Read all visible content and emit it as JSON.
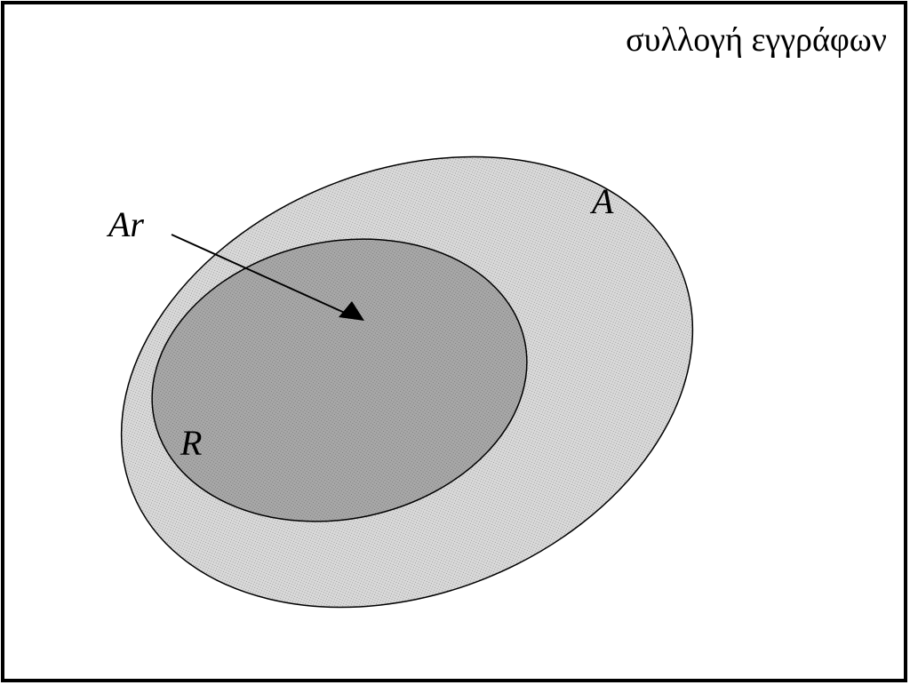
{
  "diagram": {
    "title": "συλλογή εγγράφων",
    "outer_set_label": "A",
    "inner_set_label": "R",
    "intersection_label": "Ar"
  },
  "colors": {
    "background": "#ffffff",
    "border": "#000000",
    "outer_fill": "#d3d3d3",
    "inner_fill": "#a4a4a4",
    "arrow": "#000000"
  }
}
